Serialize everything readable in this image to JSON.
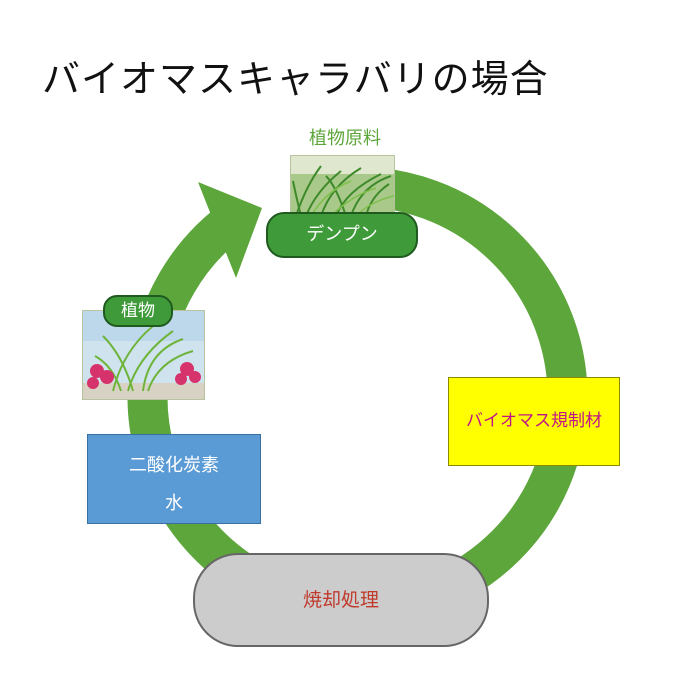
{
  "title": "バイオマスキャラバリの場合",
  "nodes": {
    "raw_material_title": "植物原料",
    "starch": "デンプン",
    "plant": "植物",
    "biomass_material": "バイオマス規制材",
    "incineration": "焼却処理",
    "co2": "二酸化炭素",
    "water": "水"
  },
  "colors": {
    "cycle_arrow": "#5da63c",
    "label_pill": "#3f9b3a",
    "yellow_box": "#ffff00",
    "blue_box": "#5b9bd5",
    "gray_pill": "#cccccc",
    "incineration_text": "#c0392b",
    "biomass_text": "#c0148a"
  },
  "icons": {
    "raw_material_image": "grass-photo",
    "plant_image": "grass-flowers-photo"
  }
}
